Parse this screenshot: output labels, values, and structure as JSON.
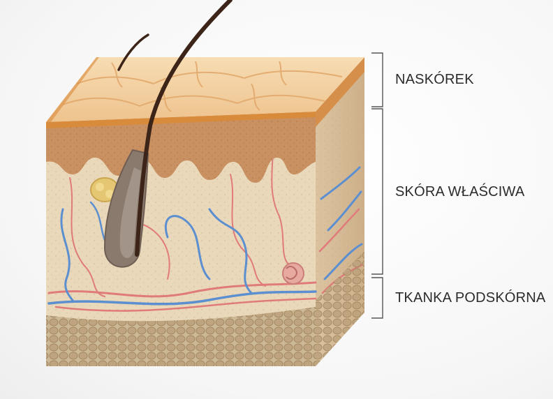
{
  "layers": [
    {
      "id": "epidermis",
      "label": "NASKÓREK"
    },
    {
      "id": "dermis",
      "label": "SKÓRA WŁAŚCIWA"
    },
    {
      "id": "hypodermis",
      "label": "TKANKA PODSKÓRNA"
    }
  ],
  "colors": {
    "epidermis_top": "#f3cfa0",
    "epidermis_edge": "#d98b3c",
    "dermis_papillary": "#c98e5e",
    "dermis": "#e9d6b8",
    "hypodermis": "#cbb693",
    "artery": "#e07b7b",
    "vein": "#5b8fd0",
    "hair": "#3c2418"
  }
}
